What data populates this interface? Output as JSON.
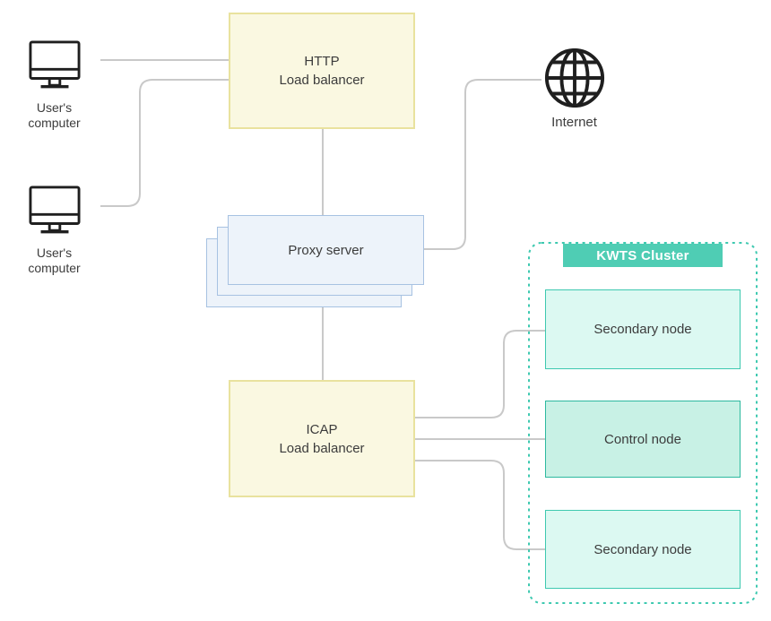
{
  "colors": {
    "line": "#C9C9C9",
    "yellow_fill": "#FAF8E1",
    "yellow_border": "#E9E29E",
    "blue_fill": "#EDF3FA",
    "blue_border": "#A7C2E2",
    "teal": "#3EC9B0",
    "teal_band": "#4FCDB4",
    "mint_fill": "#DCF9F2",
    "mint_border": "#3EC9B0",
    "control_fill": "#C8F1E5",
    "control_border": "#2DB99F",
    "icon_stroke": "#1F1F1F",
    "text": "#3C3C3C",
    "band_text": "#FFFFFF"
  },
  "nodes": {
    "user1": {
      "line1": "User's",
      "line2": "computer"
    },
    "user2": {
      "line1": "User's",
      "line2": "computer"
    },
    "http_lb": {
      "line1": "HTTP",
      "line2": "Load balancer"
    },
    "proxy": {
      "label": "Proxy server"
    },
    "internet": {
      "label": "Internet"
    },
    "icap_lb": {
      "line1": "ICAP",
      "line2": "Load balancer"
    },
    "cluster": {
      "title": "KWTS Cluster"
    },
    "secondary_top": {
      "label": "Secondary node"
    },
    "control": {
      "label": "Control node"
    },
    "secondary_bottom": {
      "label": "Secondary node"
    }
  }
}
